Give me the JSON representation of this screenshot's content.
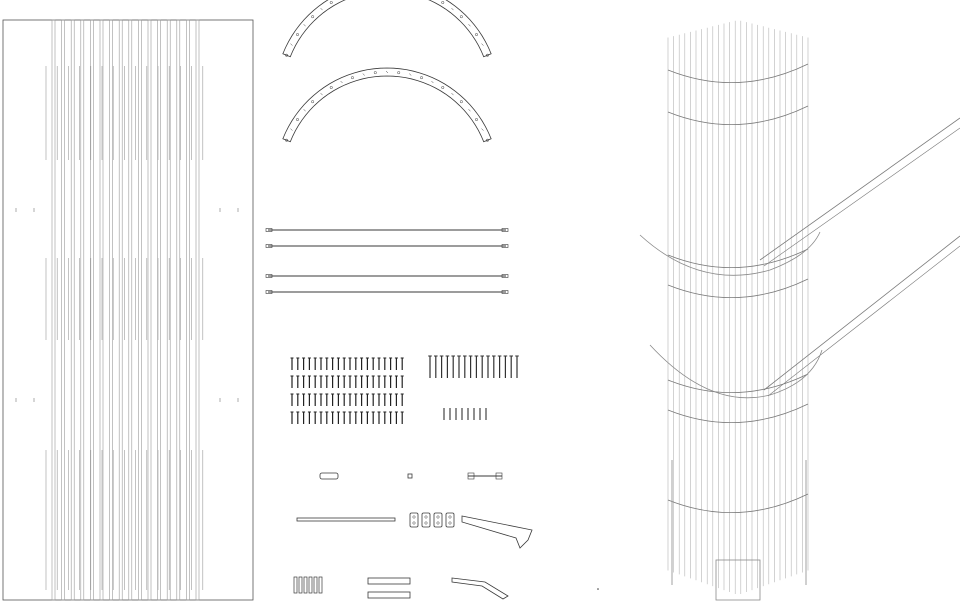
{
  "drawing": {
    "line_color": "#3a3a3a",
    "light_line_color": "#9a9a9a",
    "background": "#ffffff",
    "groups": [
      {
        "name": "panel-sheet",
        "description_visible": false
      },
      {
        "name": "curved-rails",
        "count": 2
      },
      {
        "name": "tension-rods",
        "count": 4
      },
      {
        "name": "screws-large",
        "count": 80
      },
      {
        "name": "screws-small",
        "count": 16
      },
      {
        "name": "bolts",
        "count": 8
      },
      {
        "name": "hardware-small-parts",
        "count": 9
      },
      {
        "name": "assembled-column-view"
      }
    ]
  }
}
